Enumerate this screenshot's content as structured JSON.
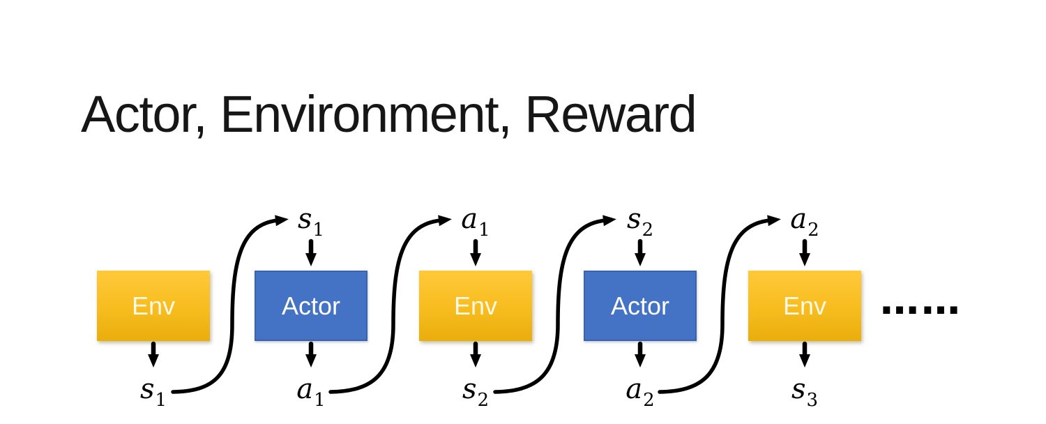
{
  "slide": {
    "title": "Actor, Environment, Reward",
    "ellipsis": "……"
  },
  "colors": {
    "env_gradient_top": "#FFC93A",
    "env_gradient_bottom": "#E9AD0C",
    "env_text": "#FEF8E4",
    "actor_fill": "#4472C4",
    "actor_border": "#3A63AD",
    "actor_text": "#FFFFFF",
    "arrow": "#000000",
    "title_text": "#161616",
    "background": "#FFFFFF"
  },
  "diagram": {
    "boxes": [
      {
        "label": "Env",
        "type": "env"
      },
      {
        "label": "Actor",
        "type": "actor"
      },
      {
        "label": "Env",
        "type": "env"
      },
      {
        "label": "Actor",
        "type": "actor"
      },
      {
        "label": "Env",
        "type": "env"
      }
    ],
    "top_labels": [
      {
        "base": "s",
        "sub": "1"
      },
      {
        "base": "a",
        "sub": "1"
      },
      {
        "base": "s",
        "sub": "2"
      },
      {
        "base": "a",
        "sub": "2"
      }
    ],
    "bottom_labels": [
      {
        "base": "s",
        "sub": "1"
      },
      {
        "base": "a",
        "sub": "1"
      },
      {
        "base": "s",
        "sub": "2"
      },
      {
        "base": "a",
        "sub": "2"
      },
      {
        "base": "s",
        "sub": "3"
      }
    ]
  }
}
